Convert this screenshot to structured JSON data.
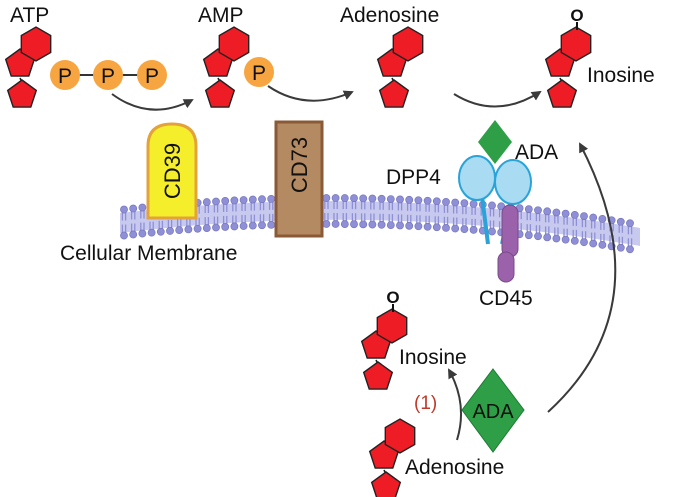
{
  "molecules": {
    "atp": "ATP",
    "amp": "AMP",
    "adenosine_top": "Adenosine",
    "inosine_top": "Inosine",
    "inosine_bottom": "Inosine",
    "adenosine_bottom": "Adenosine"
  },
  "phosphate_symbol": "P",
  "enzymes": {
    "cd39": "CD39",
    "cd73": "CD73",
    "ada_top": "ADA",
    "dpp4": "DPP4",
    "cd45": "CD45",
    "ada_bottom": "ADA"
  },
  "membrane_label": "Cellular Membrane",
  "step_label": "(1)",
  "oxygen_label": "O",
  "colors": {
    "ring_fill": "#ee1c24",
    "phosphate_fill": "#f7a541",
    "cd39_fill": "#f4ef2a",
    "cd39_stroke": "#e3a23a",
    "cd73_fill": "#b48a62",
    "cd73_stroke": "#8a5a36",
    "ada_fill": "#2e9f47",
    "dpp4_fill": "#a9dbf2",
    "dpp4_stroke": "#2aa4d8",
    "cd45_fill": "#9b62ab",
    "membrane_head": "#8e8fd6",
    "membrane_band": "#c8c9ee",
    "arrow": "#3a3a3a",
    "step_label": "#c0392b"
  }
}
